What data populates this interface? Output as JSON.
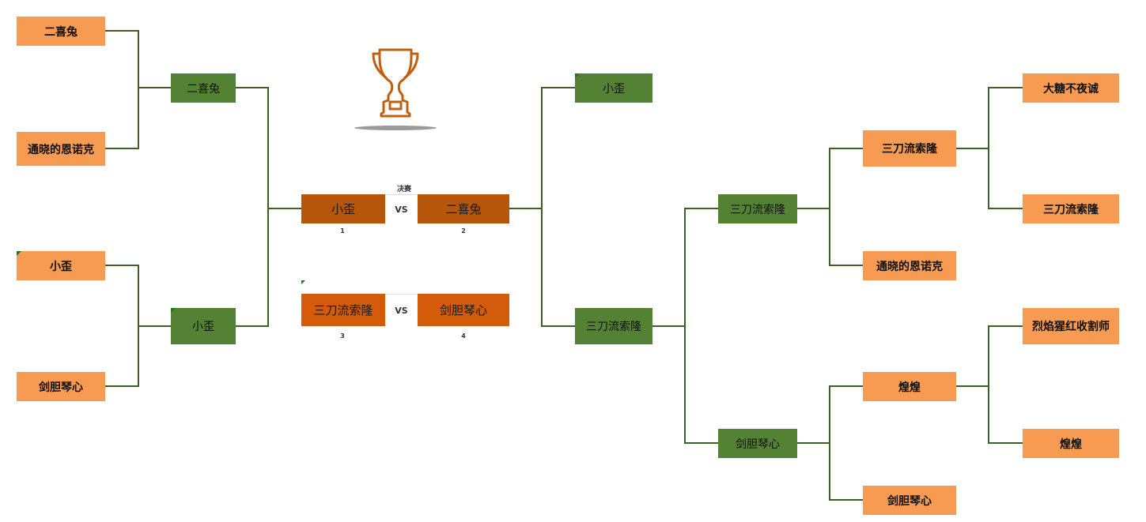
{
  "colors": {
    "seed_box": "#f79b52",
    "round_box": "#548235",
    "final_left": "#b5560a",
    "final_right": "#d35b0a",
    "connector": "#3f5f26",
    "trophy": "#c0600f"
  },
  "trophy_icon": "trophy-icon",
  "left_bracket": {
    "seeds": [
      "二喜兔",
      "通晓的恩诺克",
      "小歪",
      "剑胆琴心"
    ],
    "round2": [
      "二喜兔",
      "小歪"
    ]
  },
  "right_bracket": {
    "seeds": [
      "大糖不夜诚",
      "三刀流索隆",
      "烈焰猩红收割师",
      "煌煌"
    ],
    "round2": [
      "三刀流索隆",
      "通晓的恩诺克",
      "煌煌",
      "剑胆琴心"
    ],
    "round3": [
      "三刀流索隆",
      "剑胆琴心"
    ],
    "semifinal": [
      "小歪",
      "三刀流索隆"
    ]
  },
  "final": {
    "caption": "决赛",
    "match1": {
      "left": "小歪",
      "vs": "VS",
      "right": "二喜兔",
      "left_seed": "1",
      "right_seed": "2"
    },
    "match2": {
      "left": "三刀流索隆",
      "vs": "VS",
      "right": "剑胆琴心",
      "left_seed": "3",
      "right_seed": "4"
    }
  }
}
